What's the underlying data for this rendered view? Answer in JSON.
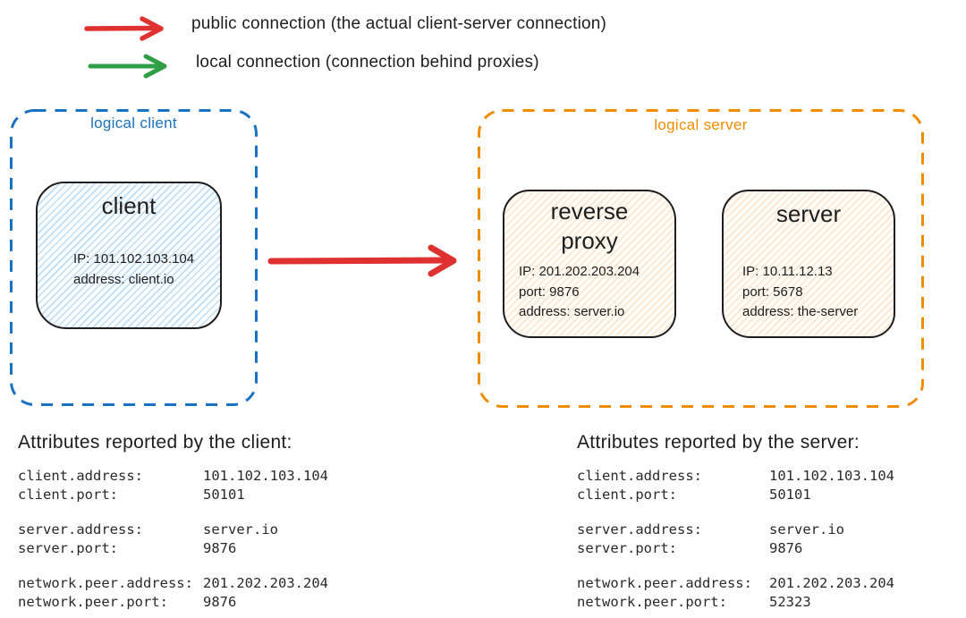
{
  "legend": {
    "items": [
      {
        "icon": "red-arrow-right",
        "color": "#e03131",
        "label": "public connection (the actual client-server connection)"
      },
      {
        "icon": "green-arrow-right",
        "color": "#2f9e44",
        "label": "local connection (connection behind proxies)"
      }
    ]
  },
  "diagram": {
    "logical_client": {
      "label": "logical client",
      "border_color": "#1971c2",
      "client_node": {
        "title": "client",
        "fill": "#d8ecfb",
        "lines": [
          "IP: 101.102.103.104",
          "address: client.io"
        ]
      }
    },
    "public_connection": {
      "color": "#e03131",
      "from": "client",
      "to": "logical server"
    },
    "logical_server": {
      "label": "logical server",
      "border_color": "#f08c00",
      "reverse_proxy_node": {
        "title_lines": [
          "reverse",
          "proxy"
        ],
        "fill": "#fbe7d0",
        "lines": [
          "IP: 201.202.203.204",
          "port: 9876",
          "address: server.io"
        ]
      },
      "server_node": {
        "title": "server",
        "fill": "#fbe7d0",
        "lines": [
          "IP: 10.11.12.13",
          "port: 5678",
          "address: the-server"
        ]
      }
    }
  },
  "attributes_client": {
    "heading": "Attributes reported by the client:",
    "rows": [
      {
        "key": "client.address:",
        "value": "101.102.103.104"
      },
      {
        "key": "client.port:",
        "value": "50101"
      },
      {
        "key": "server.address:",
        "value": "server.io"
      },
      {
        "key": "server.port:",
        "value": "9876"
      },
      {
        "key": "network.peer.address:",
        "value": "201.202.203.204"
      },
      {
        "key": "network.peer.port:",
        "value": "9876"
      }
    ]
  },
  "attributes_server": {
    "heading": "Attributes reported by the server:",
    "rows": [
      {
        "key": "client.address:",
        "value": "101.102.103.104"
      },
      {
        "key": "client.port:",
        "value": "50101"
      },
      {
        "key": "server.address:",
        "value": "server.io"
      },
      {
        "key": "server.port:",
        "value": "9876"
      },
      {
        "key": "network.peer.address:",
        "value": "201.202.203.204"
      },
      {
        "key": "network.peer.port:",
        "value": "52323"
      }
    ]
  }
}
